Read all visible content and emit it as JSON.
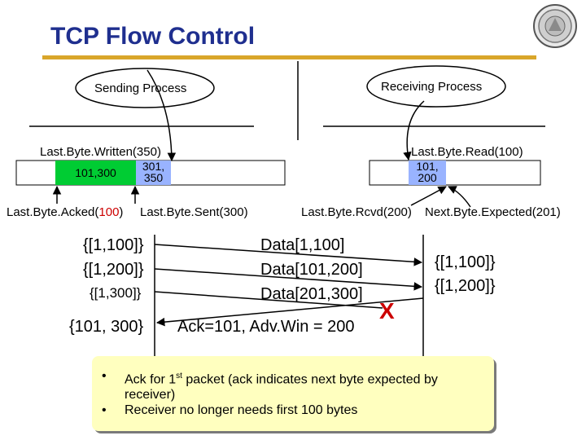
{
  "title": "TCP Flow Control",
  "sender": {
    "process": "Sending Process",
    "last_written": "Last.Byte.Written(350)",
    "seg_green": "101,300",
    "seg_blue": "301, 350",
    "last_acked_prefix": "Last.Byte.Acked(",
    "last_acked_value": "100",
    "last_acked_suffix": ")",
    "last_sent": "Last.Byte.Sent(300)"
  },
  "receiver": {
    "process": "Receiving Process",
    "last_read": "Last.Byte.Read(100)",
    "seg_blue": "101, 200",
    "last_rcvd": "Last.Byte.Rcvd(200)",
    "next_expected": "Next.Byte.Expected(201)"
  },
  "timeline": {
    "left": [
      "{[1,100]}",
      "{[1,200]}",
      "{[1,300]}",
      "{101, 300}"
    ],
    "messages": [
      "Data[1,100]",
      "Data[101,200]",
      "Data[201,300]"
    ],
    "right": [
      "{[1,100]}",
      "{[1,200]}"
    ],
    "ack": "Ack=101, Adv.Win = 200",
    "lost_mark": "X"
  },
  "bullets": {
    "b1_prefix": "Ack for 1",
    "b1_sup": "st",
    "b1_suffix": " packet (ack indicates next byte expected by receiver)",
    "b2": "Receiver no longer needs first 100 bytes",
    "dot": "•"
  },
  "colors": {
    "title": "#1f2f8f",
    "rule": "#d9a62a",
    "green": "#00cc33",
    "blue": "#99b3ff",
    "highlight": "#cc0000",
    "note_bg": "#ffffbf"
  }
}
